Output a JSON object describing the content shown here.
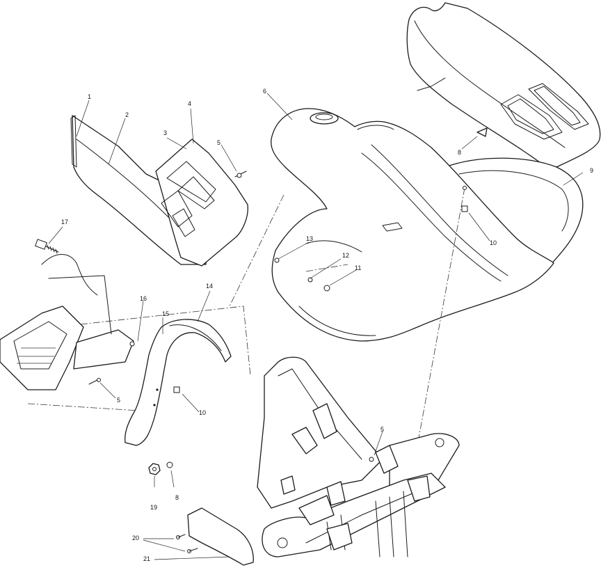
{
  "callouts": [
    {
      "id": "c1",
      "text": "1"
    },
    {
      "id": "c2",
      "text": "2"
    },
    {
      "id": "c3",
      "text": "3"
    },
    {
      "id": "c4",
      "text": "4"
    },
    {
      "id": "c5a",
      "text": "5"
    },
    {
      "id": "c6",
      "text": "6"
    },
    {
      "id": "c8a",
      "text": "8"
    },
    {
      "id": "c9",
      "text": "9"
    },
    {
      "id": "c10a",
      "text": "10"
    },
    {
      "id": "c17",
      "text": "17"
    },
    {
      "id": "c13",
      "text": "13"
    },
    {
      "id": "c12",
      "text": "12"
    },
    {
      "id": "c11",
      "text": "11"
    },
    {
      "id": "c14",
      "text": "14"
    },
    {
      "id": "c16",
      "text": "16"
    },
    {
      "id": "c15",
      "text": "15"
    },
    {
      "id": "c5b",
      "text": "5"
    },
    {
      "id": "c10b",
      "text": "10"
    },
    {
      "id": "c5c",
      "text": "5"
    },
    {
      "id": "c19",
      "text": "19"
    },
    {
      "id": "c8b",
      "text": "8"
    },
    {
      "id": "c20",
      "text": "20"
    },
    {
      "id": "c21",
      "text": "21"
    }
  ]
}
